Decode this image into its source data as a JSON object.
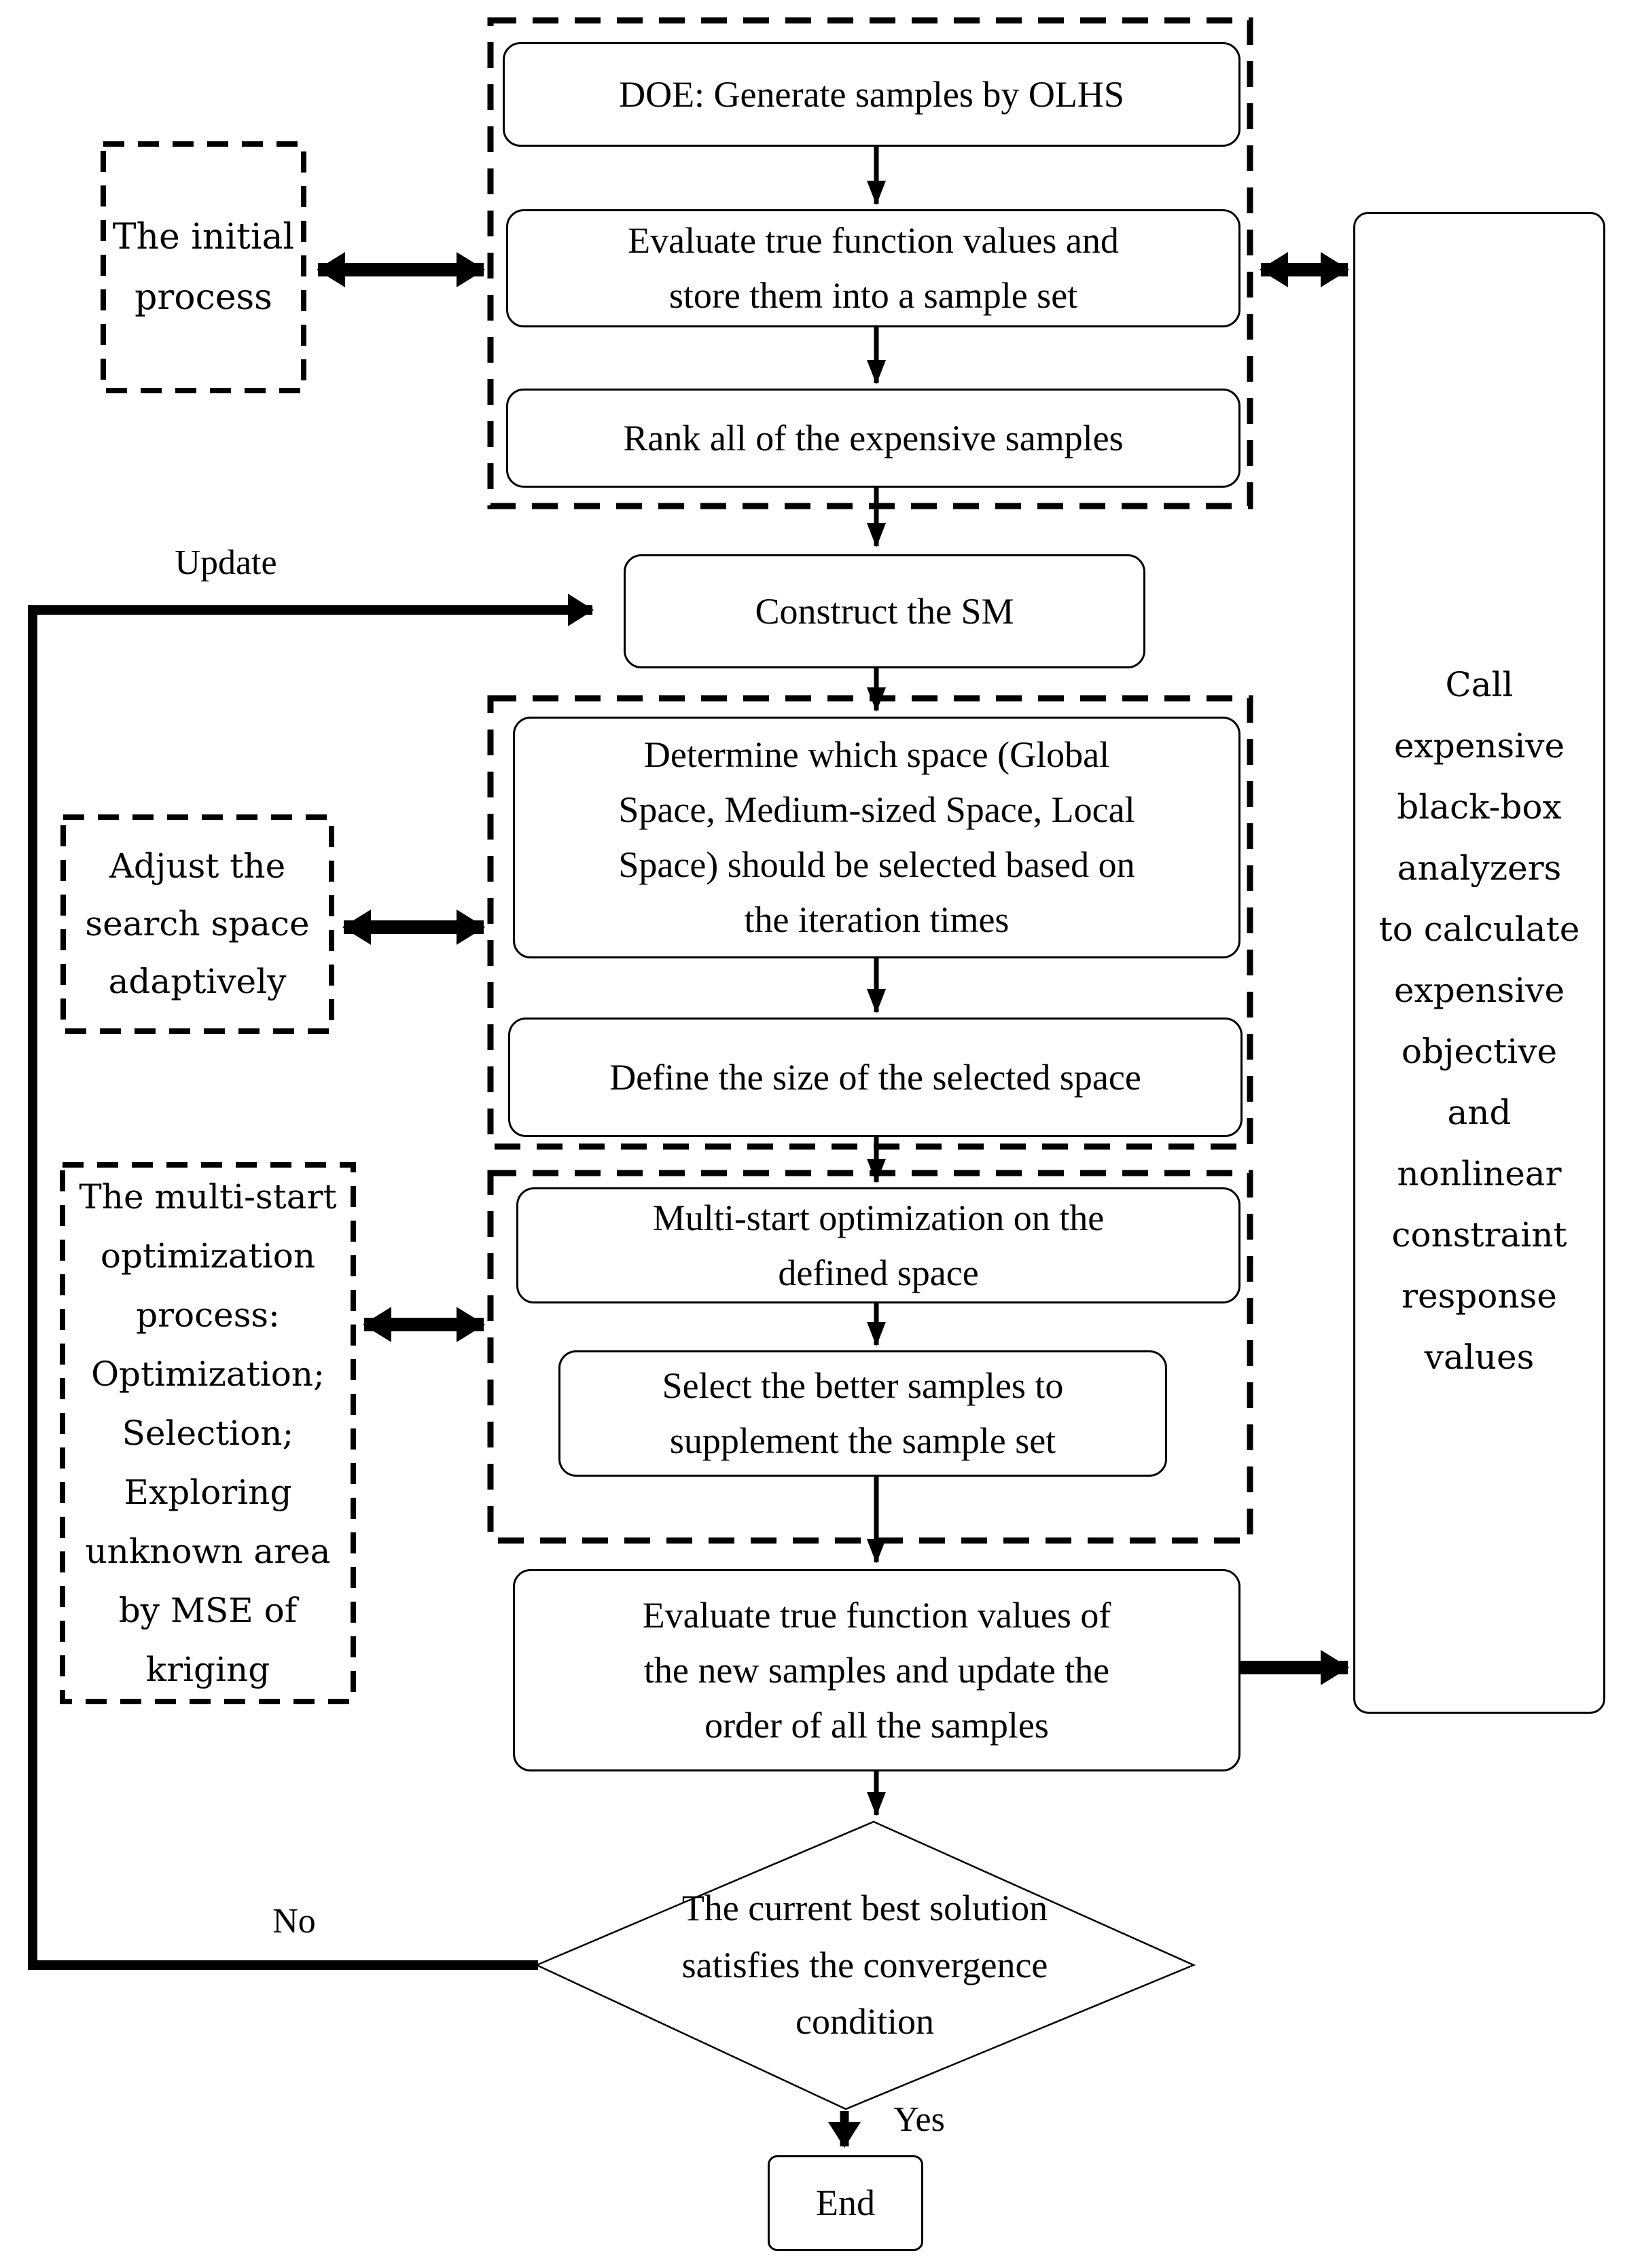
{
  "colors": {
    "ink": "#000000",
    "background": "#ffffff"
  },
  "nodes": {
    "doe": {
      "label": "DOE: Generate samples by OLHS"
    },
    "evaluate1": {
      "label": "Evaluate true function values and\nstore them into a sample set"
    },
    "rank": {
      "label": "Rank all of the expensive samples"
    },
    "construct": {
      "label": "Construct the SM"
    },
    "determine": {
      "label": "Determine which space (Global\nSpace, Medium-sized Space, Local\nSpace) should be selected based on\nthe iteration times"
    },
    "define": {
      "label": "Define the size of the selected space"
    },
    "multistart": {
      "label": "Multi-start optimization on the\ndefined space"
    },
    "select": {
      "label": "Select the better samples to\nsupplement the sample set"
    },
    "evaluate2": {
      "label": "Evaluate true function values of\nthe new samples and update the\norder of all the samples"
    },
    "end": {
      "label": "End"
    }
  },
  "decision": {
    "label": "The current best solution\nsatisfies the convergence\ncondition"
  },
  "side_notes": {
    "initial": {
      "label": "The initial\nprocess"
    },
    "adjust": {
      "label": "Adjust the\nsearch space\nadaptively"
    },
    "multiprocess": {
      "label": "The multi-start\noptimization\nprocess:\nOptimization;\nSelection;\nExploring\nunknown area\nby MSE of\nkriging"
    },
    "call_analyzers": {
      "label": "Call\nexpensive\nblack-box\nanalyzers\nto calculate\nexpensive\nobjective\nand\nnonlinear\nconstraint\nresponse\nvalues"
    }
  },
  "edge_labels": {
    "update": "Update",
    "no": "No",
    "yes": "Yes"
  }
}
